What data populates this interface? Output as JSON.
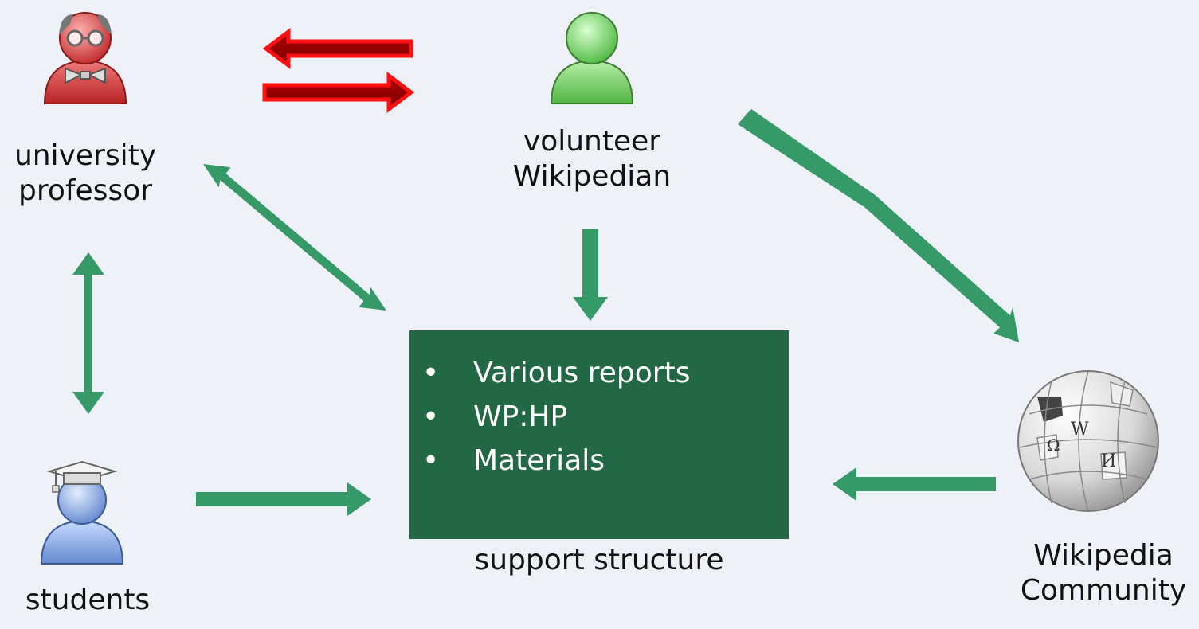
{
  "diagram": {
    "nodes": {
      "professor": {
        "line1": "university",
        "line2": "professor",
        "icon": "professor-avatar-icon",
        "color": "#d8484a"
      },
      "volunteer": {
        "line1": "volunteer",
        "line2": "Wikipedian",
        "icon": "volunteer-avatar-icon",
        "color": "#5fcc4f"
      },
      "students": {
        "line1": "students",
        "icon": "student-avatar-icon",
        "color": "#6f94d6"
      },
      "community": {
        "line1": "Wikipedia",
        "line2": "Community",
        "icon": "wikipedia-globe-icon"
      },
      "support": {
        "caption": "support structure",
        "items": [
          "Various reports",
          "WP:HP",
          "Materials"
        ],
        "bullet": "•",
        "color": "#236845"
      }
    },
    "edges": [
      {
        "from": "professor",
        "to": "volunteer",
        "color": "#d40000"
      },
      {
        "from": "volunteer",
        "to": "professor",
        "color": "#d40000"
      },
      {
        "from": "professor",
        "to": "support",
        "bidirectional": true,
        "color": "#2e9a66"
      },
      {
        "from": "professor",
        "to": "students",
        "bidirectional": true,
        "color": "#2e9a66"
      },
      {
        "from": "volunteer",
        "to": "support",
        "color": "#2e9a66"
      },
      {
        "from": "volunteer",
        "to": "community",
        "color": "#2e9a66"
      },
      {
        "from": "students",
        "to": "support",
        "color": "#2e9a66"
      },
      {
        "from": "community",
        "to": "support",
        "color": "#2e9a66"
      }
    ]
  }
}
